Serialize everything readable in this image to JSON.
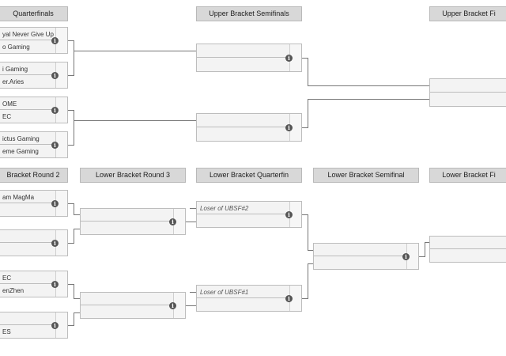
{
  "headers": {
    "ubqf": "Quarterfinals",
    "ubsf": "Upper Bracket Semifinals",
    "ubf": "Upper Bracket Fi",
    "lbr2": "Bracket Round 2",
    "lbr3": "Lower Bracket Round 3",
    "lbqf": "Lower Bracket Quarterfin",
    "lbsf": "Lower Bracket Semifinal",
    "lbf": "Lower Bracket Fi"
  },
  "ub_qf": [
    {
      "top": "yal Never Give Up",
      "bottom": "o Gaming"
    },
    {
      "top": "i Gaming",
      "bottom": "er.Aries"
    },
    {
      "top": "OME",
      "bottom": "EC"
    },
    {
      "top": "ictus Gaming",
      "bottom": "eme Gaming"
    }
  ],
  "lb_r2": [
    {
      "top": "am MagMa",
      "bottom": ""
    },
    {
      "top": "",
      "bottom": ""
    },
    {
      "top": "EC",
      "bottom": "enZhen"
    },
    {
      "top": "",
      "bottom": "ES"
    }
  ],
  "lb_qf": [
    {
      "top": "Loser of UBSF#2",
      "bottom": ""
    },
    {
      "top": "Loser of UBSF#1",
      "bottom": ""
    }
  ],
  "info_glyph": "i"
}
